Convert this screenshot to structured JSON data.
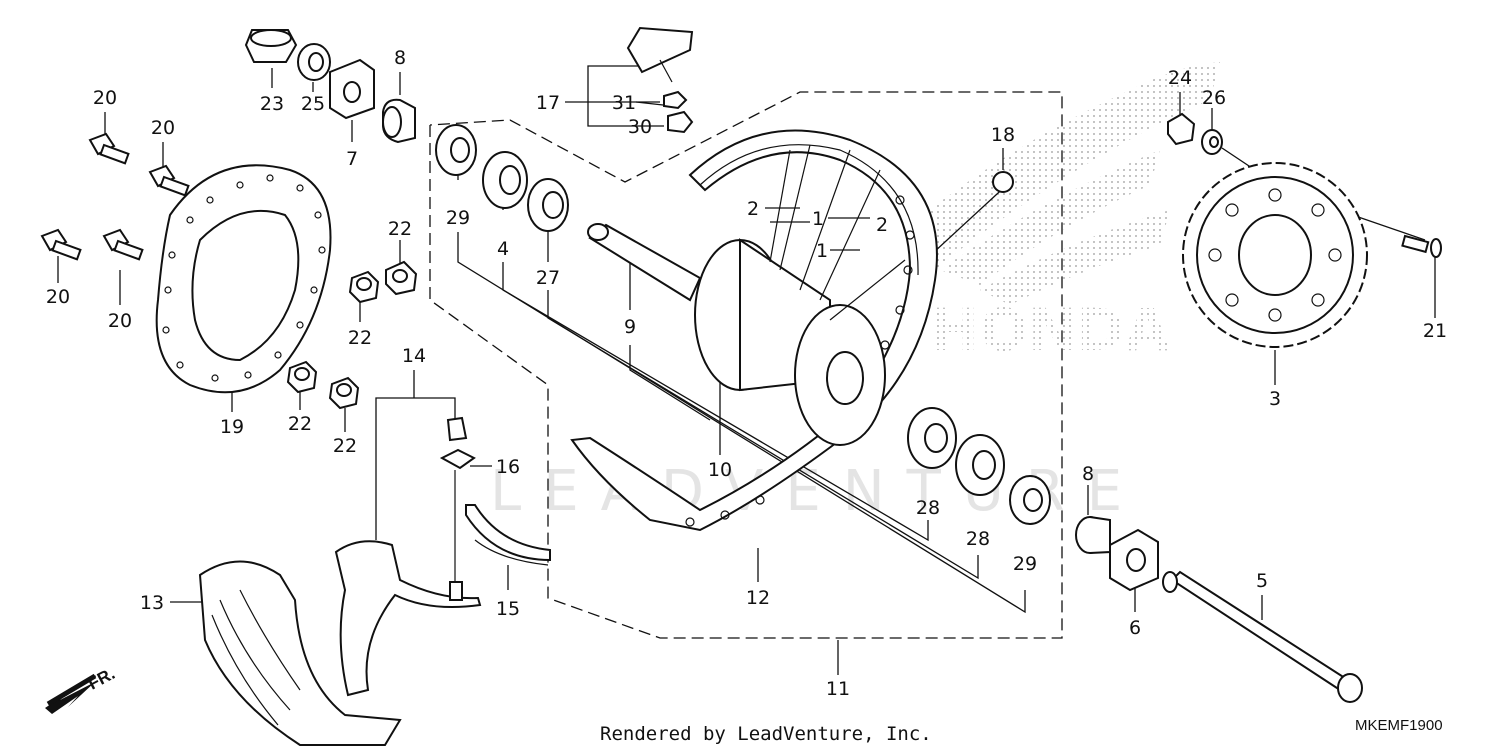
{
  "diagram": {
    "labels": [
      {
        "id": "23",
        "text": "23"
      },
      {
        "id": "25",
        "text": "25"
      },
      {
        "id": "8a",
        "text": "8"
      },
      {
        "id": "7",
        "text": "7"
      },
      {
        "id": "20a",
        "text": "20"
      },
      {
        "id": "20b",
        "text": "20"
      },
      {
        "id": "20c",
        "text": "20"
      },
      {
        "id": "20d",
        "text": "20"
      },
      {
        "id": "19",
        "text": "19"
      },
      {
        "id": "22a",
        "text": "22"
      },
      {
        "id": "22b",
        "text": "22"
      },
      {
        "id": "22c",
        "text": "22"
      },
      {
        "id": "22d",
        "text": "22"
      },
      {
        "id": "14",
        "text": "14"
      },
      {
        "id": "16",
        "text": "16"
      },
      {
        "id": "13",
        "text": "13"
      },
      {
        "id": "15",
        "text": "15"
      },
      {
        "id": "17",
        "text": "17"
      },
      {
        "id": "31",
        "text": "31"
      },
      {
        "id": "30",
        "text": "30"
      },
      {
        "id": "29a",
        "text": "29"
      },
      {
        "id": "4",
        "text": "4"
      },
      {
        "id": "27",
        "text": "27"
      },
      {
        "id": "9",
        "text": "9"
      },
      {
        "id": "10",
        "text": "10"
      },
      {
        "id": "2a",
        "text": "2"
      },
      {
        "id": "1a",
        "text": "1"
      },
      {
        "id": "2b",
        "text": "2"
      },
      {
        "id": "1b",
        "text": "1"
      },
      {
        "id": "18",
        "text": "18"
      },
      {
        "id": "12",
        "text": "12"
      },
      {
        "id": "11",
        "text": "11"
      },
      {
        "id": "28a",
        "text": "28"
      },
      {
        "id": "28b",
        "text": "28"
      },
      {
        "id": "29b",
        "text": "29"
      },
      {
        "id": "24",
        "text": "24"
      },
      {
        "id": "26",
        "text": "26"
      },
      {
        "id": "3",
        "text": "3"
      },
      {
        "id": "21",
        "text": "21"
      },
      {
        "id": "8b",
        "text": "8"
      },
      {
        "id": "6",
        "text": "6"
      },
      {
        "id": "5",
        "text": "5"
      }
    ],
    "direction_label": "FR.",
    "watermark_text": "LEADVENTURE",
    "brand_watermark": "HONDA",
    "footer_credit": "Rendered by LeadVenture, Inc.",
    "diagram_code": "MKEMF1900"
  }
}
